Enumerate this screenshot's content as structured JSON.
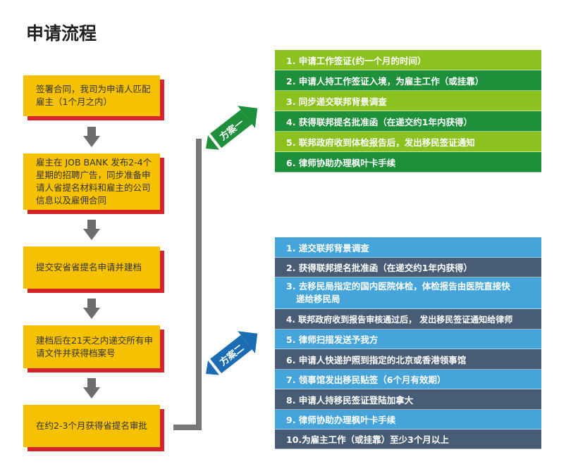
{
  "title": "申请流程",
  "steps": [
    "签署合同，我司为申请人匹配雇主（1个月之内）",
    "雇主在 JOB BANK 发布2-4个星期的招聘广告，同步准备申请人省提名材料和雇主的公司信息以及雇佣合同",
    "提交安省省提名申请并建档",
    "建档后在21天之内递交所有申请文件并获得档案号",
    "在约2-3个月获得省提名审批"
  ],
  "plan1": {
    "label": "方案一",
    "color": "#1E8F3A",
    "items": [
      "1. 申请工作签证(约一个月的时间）",
      "2. 申请人持工作签证入境，为雇主工作（或挂靠）",
      "3. 同步递交联邦背景调查",
      "4. 获得联邦提名批准函（在递交约1年内获得）",
      "5. 联邦政府收到体检报告后，发出移民签证通知",
      "6. 律师协助办理枫叶卡手续"
    ]
  },
  "plan2": {
    "label": "方案二",
    "color": "#1B6DB3",
    "items": [
      "1. 递交联邦背景调查",
      "2. 获得联邦提名批准函（在递交约1年内获得）",
      "3. 去移民局指定的国内医院体检，体检报告由医院直接快递给移民局",
      "4. 联邦政府收到报告审核通过后， 发出移民签证通知给律师",
      "5. 律师扫描发送予我方",
      "6. 申请人快递护照到指定的北京或香港领事馆",
      "7. 领事馆发出移民贴签（6个月有效期）",
      "8. 申请人持移民签证登陆加拿大",
      "9. 律师协助办理枫叶卡手续",
      "10.为雇主工作（或挂靠）至少3个月以上"
    ]
  }
}
